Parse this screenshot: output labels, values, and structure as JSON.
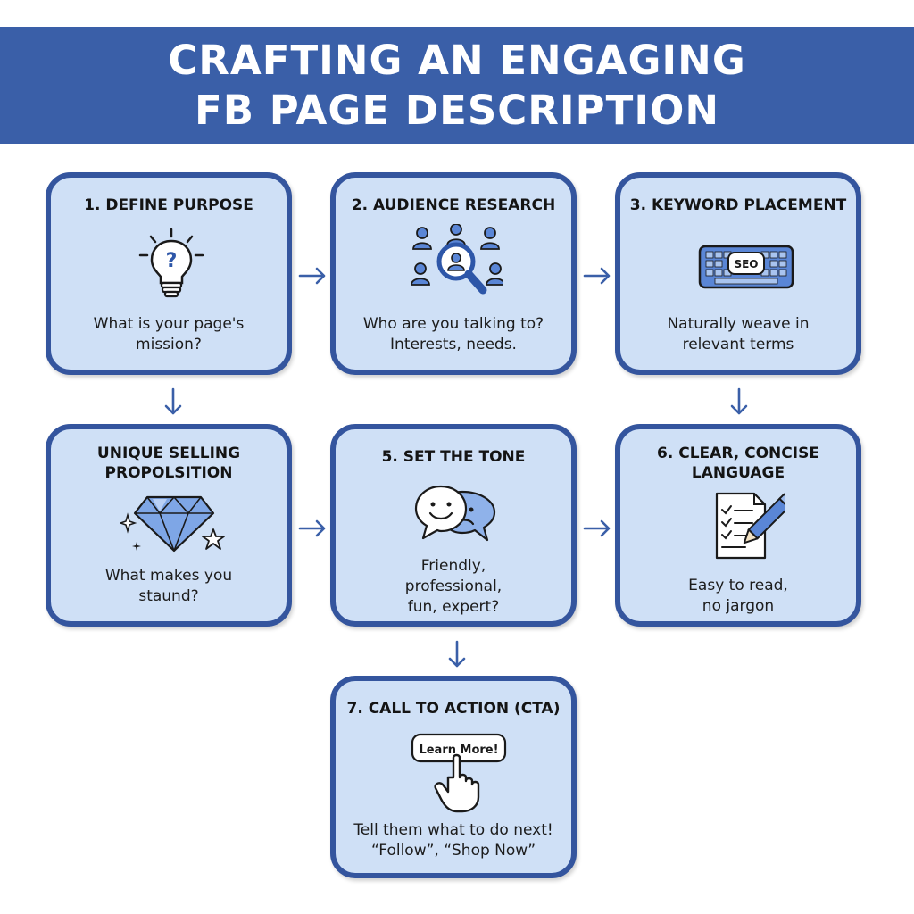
{
  "title": {
    "line1": "CRAFTING AN ENGAGING",
    "line2": "FB PAGE DESCRIPTION"
  },
  "steps": [
    {
      "title": [
        "1. DEFINE PURPOSE"
      ],
      "desc": [
        "What is your page's",
        "mission?"
      ],
      "icon": "lightbulb-question-icon"
    },
    {
      "title": [
        "2. AUDIENCE RESEARCH"
      ],
      "desc": [
        "Who are you talking to?",
        "Interests, needs."
      ],
      "icon": "audience-magnifier-icon"
    },
    {
      "title": [
        "3. KEYWORD PLACEMENT"
      ],
      "desc": [
        "Naturally weave in",
        "relevant terms"
      ],
      "icon": "seo-keyboard-icon",
      "icon_text": "SEO"
    },
    {
      "title": [
        "UNIQUE SELLING",
        "PROPOLSITION"
      ],
      "desc": [
        "What makes you",
        "staund?"
      ],
      "icon": "diamond-stars-icon"
    },
    {
      "title": [
        "5. SET THE TONE"
      ],
      "desc": [
        "Friendly,",
        "professional,",
        "fun, expert?"
      ],
      "icon": "speech-bubbles-icon"
    },
    {
      "title": [
        "6. CLEAR, CONCISE",
        "LANGUAGE"
      ],
      "desc": [
        "Easy to read,",
        "no jargon"
      ],
      "icon": "checklist-pencil-icon"
    },
    {
      "title": [
        "7. CALL TO ACTION (CTA)"
      ],
      "desc": [
        "Tell them what to do next!",
        "“Follow”, “Shop Now”"
      ],
      "icon": "cta-button-hand-icon",
      "icon_text": "Learn More!"
    }
  ],
  "colors": {
    "banner": "#3a5fa8",
    "card_fill": "#cfe0f6",
    "card_border": "#34559e",
    "arrow": "#3a5fa8"
  }
}
